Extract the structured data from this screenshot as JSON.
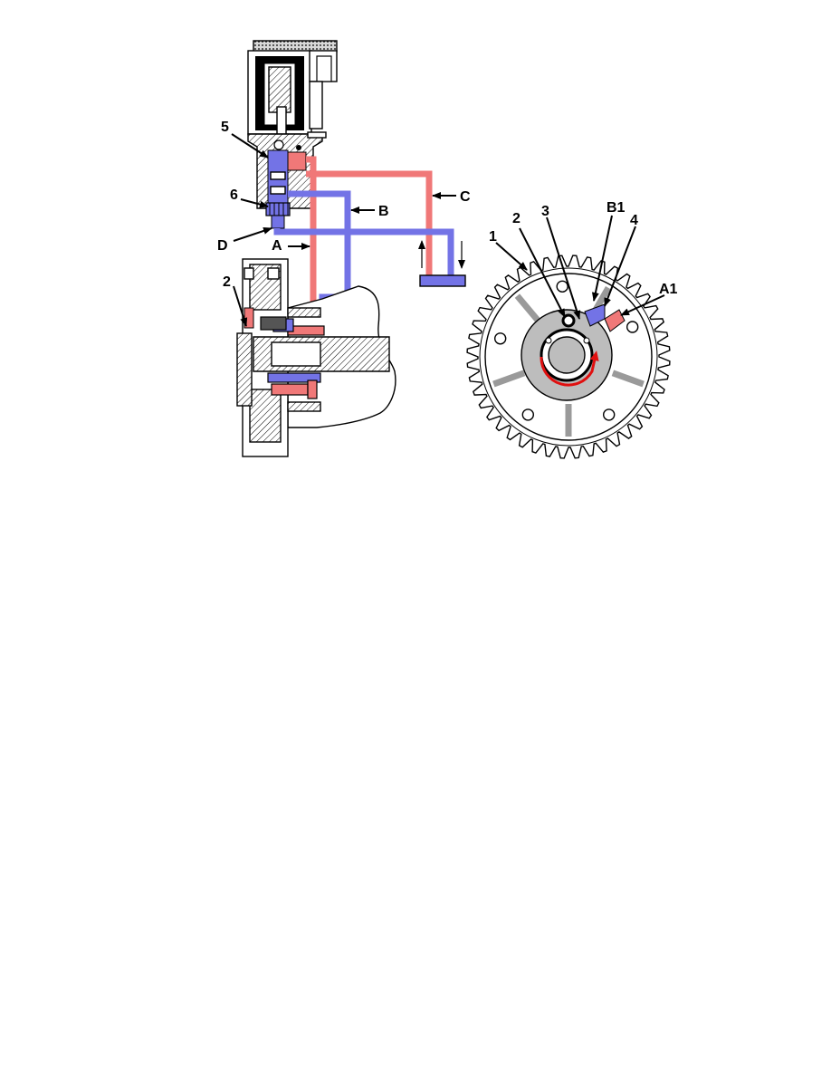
{
  "colors": {
    "pressure_side": "#f07878",
    "return_side": "#7373e6",
    "rotor": "#bdbdbd",
    "outline": "#000000"
  },
  "left_view": {
    "labels": {
      "five": "5",
      "six": "6",
      "d": "D",
      "a": "A",
      "b": "B",
      "c": "C",
      "two": "2"
    }
  },
  "right_view": {
    "labels": {
      "one": "1",
      "two": "2",
      "three": "3",
      "b1": "B1",
      "four": "4",
      "a1": "A1"
    }
  }
}
